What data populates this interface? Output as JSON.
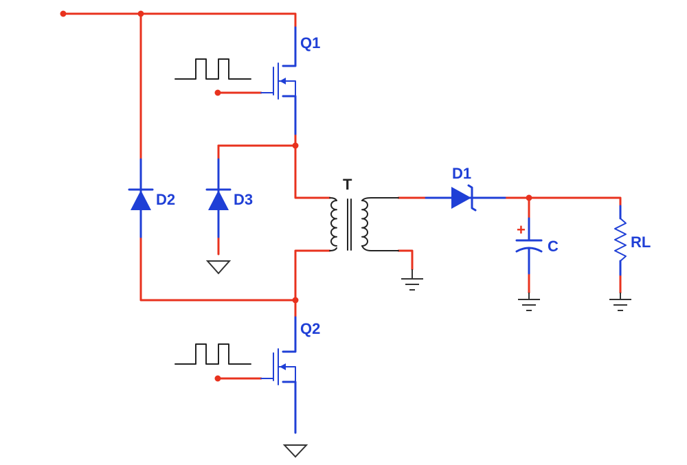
{
  "components": {
    "q1": "Q1",
    "q2": "Q2",
    "d1": "D1",
    "d2": "D2",
    "d3": "D3",
    "transformer": "T",
    "capacitor": "C",
    "capacitor_polarity": "+",
    "load": "RL"
  },
  "colors": {
    "wire": "#e8321e",
    "component": "#1f3fd6",
    "winding": "#222222",
    "ground": "#333333",
    "junction": "#e8321e"
  }
}
